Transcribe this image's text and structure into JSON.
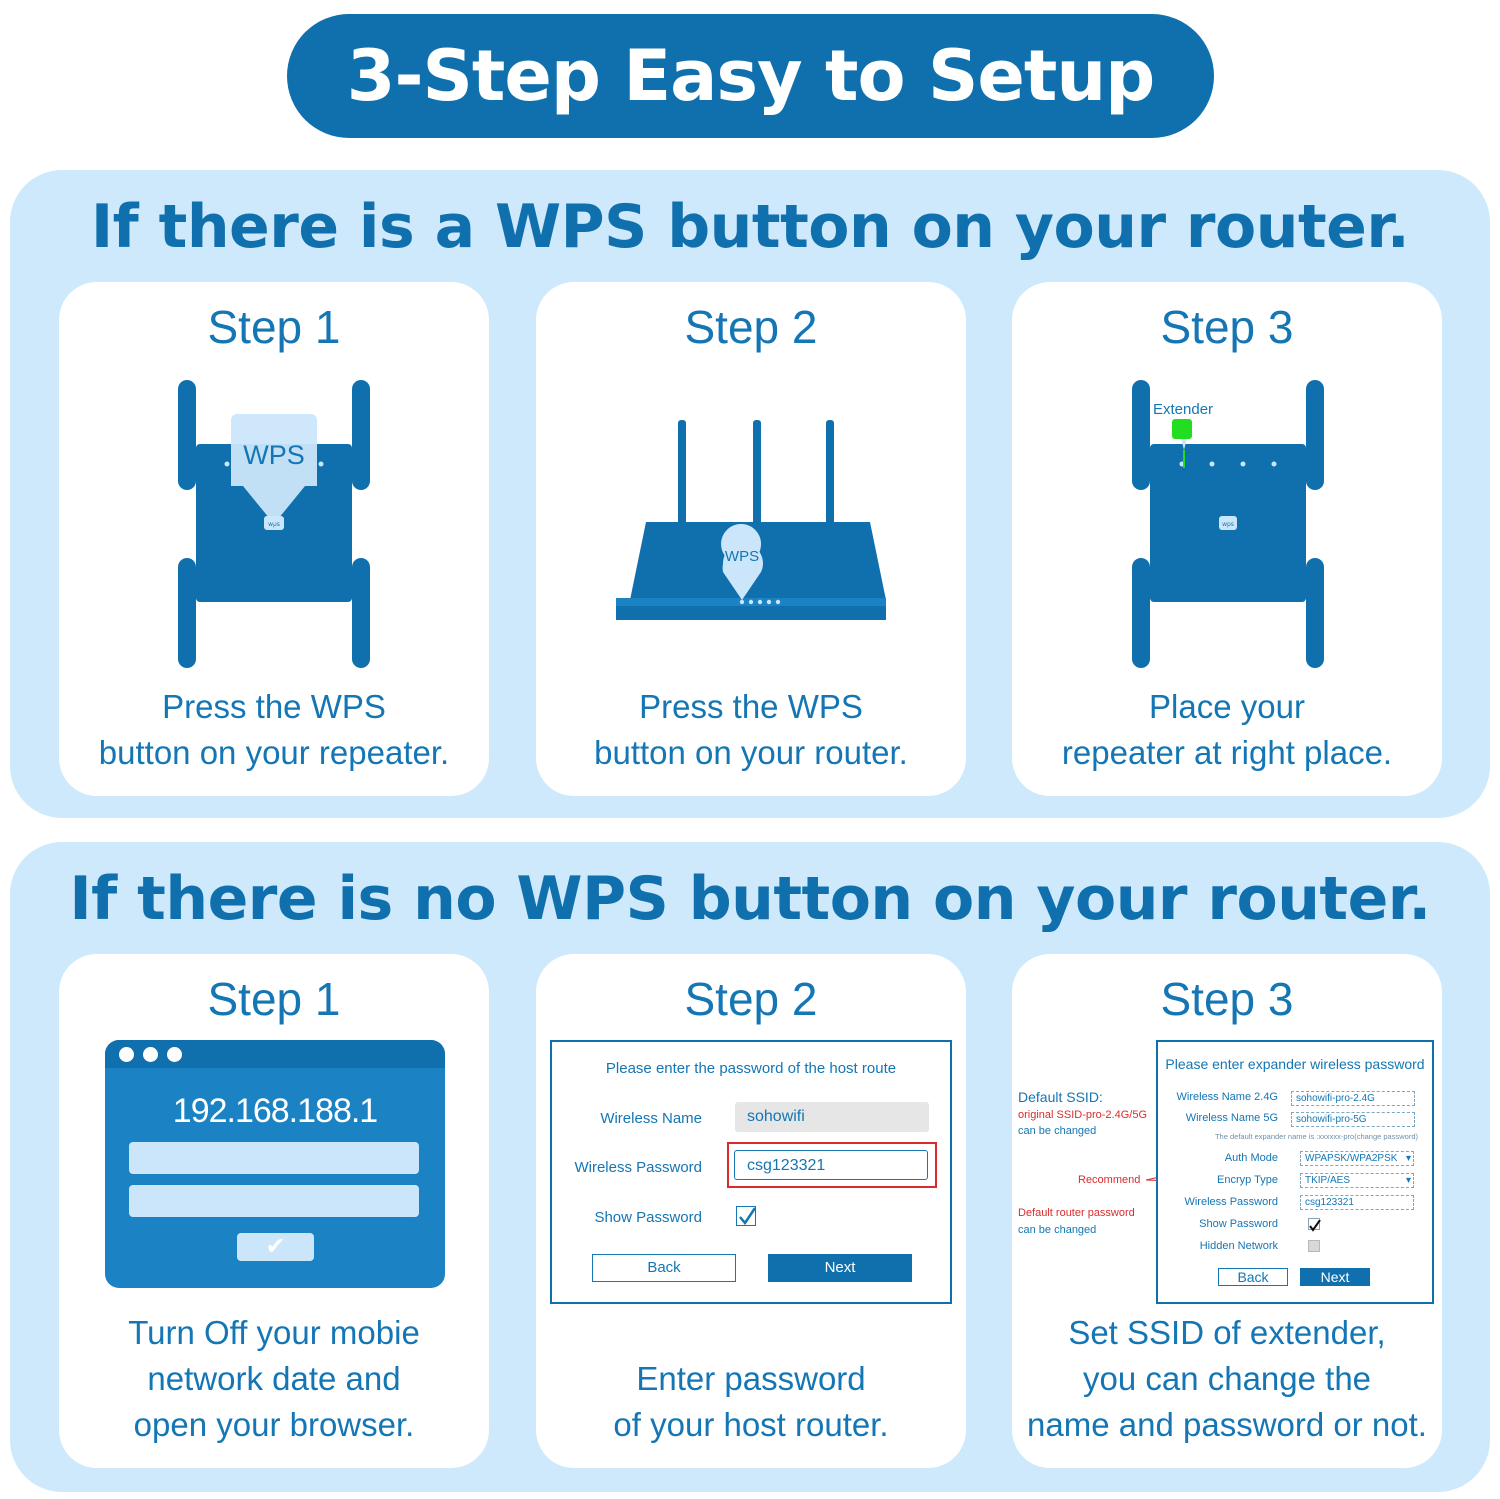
{
  "banner": {
    "title": "3-Step Easy to Setup"
  },
  "section_wps": {
    "title": "If there is a WPS button on your router.",
    "steps": [
      {
        "label": "Step 1",
        "caption_line1": "Press the WPS",
        "caption_line2": "button on your repeater.",
        "wps_label": "WPS",
        "wps_small": "wps"
      },
      {
        "label": "Step 2",
        "caption_line1": "Press the WPS",
        "caption_line2": "button on your router.",
        "wps_label": "WPS"
      },
      {
        "label": "Step 3",
        "caption_line1": "Place your",
        "caption_line2": "repeater at right place.",
        "extender_label": "Extender",
        "wps_small": "wps"
      }
    ]
  },
  "section_nowps": {
    "title": "If there is no WPS button on your router.",
    "step1": {
      "label": "Step 1",
      "ip": "192.168.188.1",
      "check": "✔",
      "caption_lines": [
        "Turn Off your mobie",
        "network date and",
        "open your browser."
      ]
    },
    "step2": {
      "label": "Step 2",
      "header": "Please enter the password of the host route",
      "wireless_name_label": "Wireless Name",
      "wireless_name_value": "sohowifi",
      "wireless_password_label": "Wireless Password",
      "wireless_password_value": "csg123321",
      "show_password_label": "Show Password",
      "show_password_checked": true,
      "back_label": "Back",
      "next_label": "Next",
      "caption_lines": [
        "Enter password",
        "of your host router."
      ]
    },
    "step3": {
      "label": "Step 3",
      "header": "Please enter expander wireless password",
      "annotations": {
        "default_ssid": "Default SSID:",
        "original_ssid": "original SSID-pro-2.4G/5G",
        "can_be_changed_1": "can be changed",
        "recommend": "Recommend",
        "default_router_password": "Default router password",
        "can_be_changed_2": "can be changed"
      },
      "fields": {
        "wireless_name_24_label": "Wireless Name 2.4G",
        "wireless_name_24_value": "sohowifi-pro-2.4G",
        "wireless_name_5_label": "Wireless Name 5G",
        "wireless_name_5_value": "sohowifi-pro-5G",
        "note": "The default expander name is :xxxxxx-pro(change password)",
        "auth_mode_label": "Auth Mode",
        "auth_mode_value": "WPAPSK/WPA2PSK",
        "encryp_type_label": "Encryp Type",
        "encryp_type_value": "TKIP/AES",
        "wireless_password_label": "Wireless Password",
        "wireless_password_value": "csg123321",
        "show_password_label": "Show Password",
        "hidden_network_label": "Hidden Network"
      },
      "back_label": "Back",
      "next_label": "Next",
      "caption_lines": [
        "Set SSID of extender,",
        "you can change the",
        "name and password or not."
      ]
    }
  },
  "colors": {
    "primary": "#1070ad",
    "text_blue": "#1476b4",
    "section_bg": "#cde9fb",
    "led_green": "#22dd22",
    "annotation_red": "#d82c2c"
  }
}
